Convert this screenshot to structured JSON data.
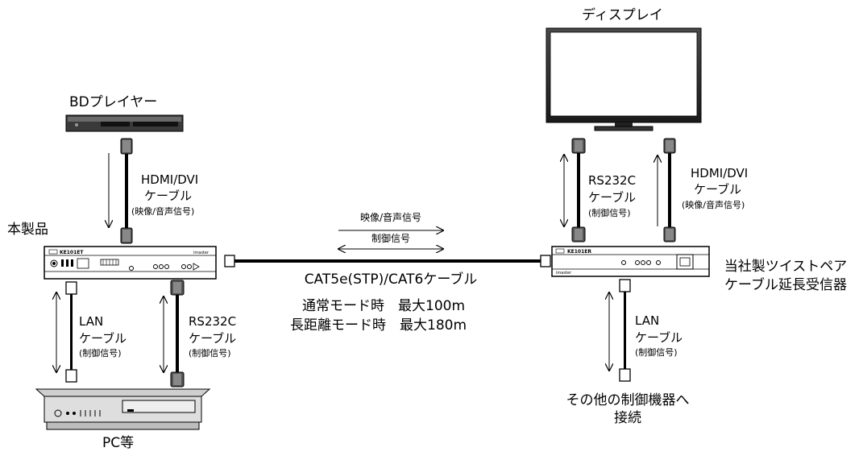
{
  "devices": {
    "bd_player": "BDプレイヤー",
    "this_product": "本製品",
    "pc": "PC等",
    "display": "ディスプレイ",
    "receiver": "当社製ツイストペア\nケーブル延長受信器",
    "other_devices": "その他の制御機器へ\n接続"
  },
  "cables": {
    "hdmi_left": {
      "name": "HDMI/DVI",
      "type": "ケーブル",
      "signal": "(映像/音声信号)"
    },
    "lan_left": {
      "name": "LAN",
      "type": "ケーブル",
      "signal": "(制御信号)"
    },
    "rs232_left": {
      "name": "RS232C",
      "type": "ケーブル",
      "signal": "(制御信号)"
    },
    "rs232_right": {
      "name": "RS232C",
      "type": "ケーブル",
      "signal": "(制御信号)"
    },
    "hdmi_right": {
      "name": "HDMI/DVI",
      "type": "ケーブル",
      "signal": "(映像/音声信号)"
    },
    "lan_right": {
      "name": "LAN",
      "type": "ケーブル",
      "signal": "(制御信号)"
    }
  },
  "main_link": {
    "av_signal": "映像/音声信号",
    "control_signal": "制御信号",
    "cable": "CAT5e(STP)/CAT6ケーブル",
    "normal_mode": "通常モード時　最大100m",
    "long_mode": "長距離モード時　最大180m"
  },
  "panel_text": {
    "tx_model": "KE101ET",
    "rx_model": "KE101ER",
    "brand": "imaster"
  }
}
